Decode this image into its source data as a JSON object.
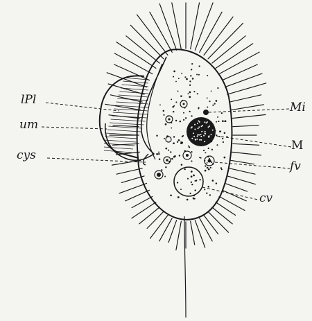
{
  "diagram": {
    "labels": {
      "lpl": "lPl",
      "um": "um",
      "cys": "cys",
      "mi": "Mi",
      "m": "M",
      "fv": "fv",
      "cv": "cv"
    },
    "colors": {
      "ink": "#1a1a1a",
      "paper": "#f4f4f1"
    }
  }
}
